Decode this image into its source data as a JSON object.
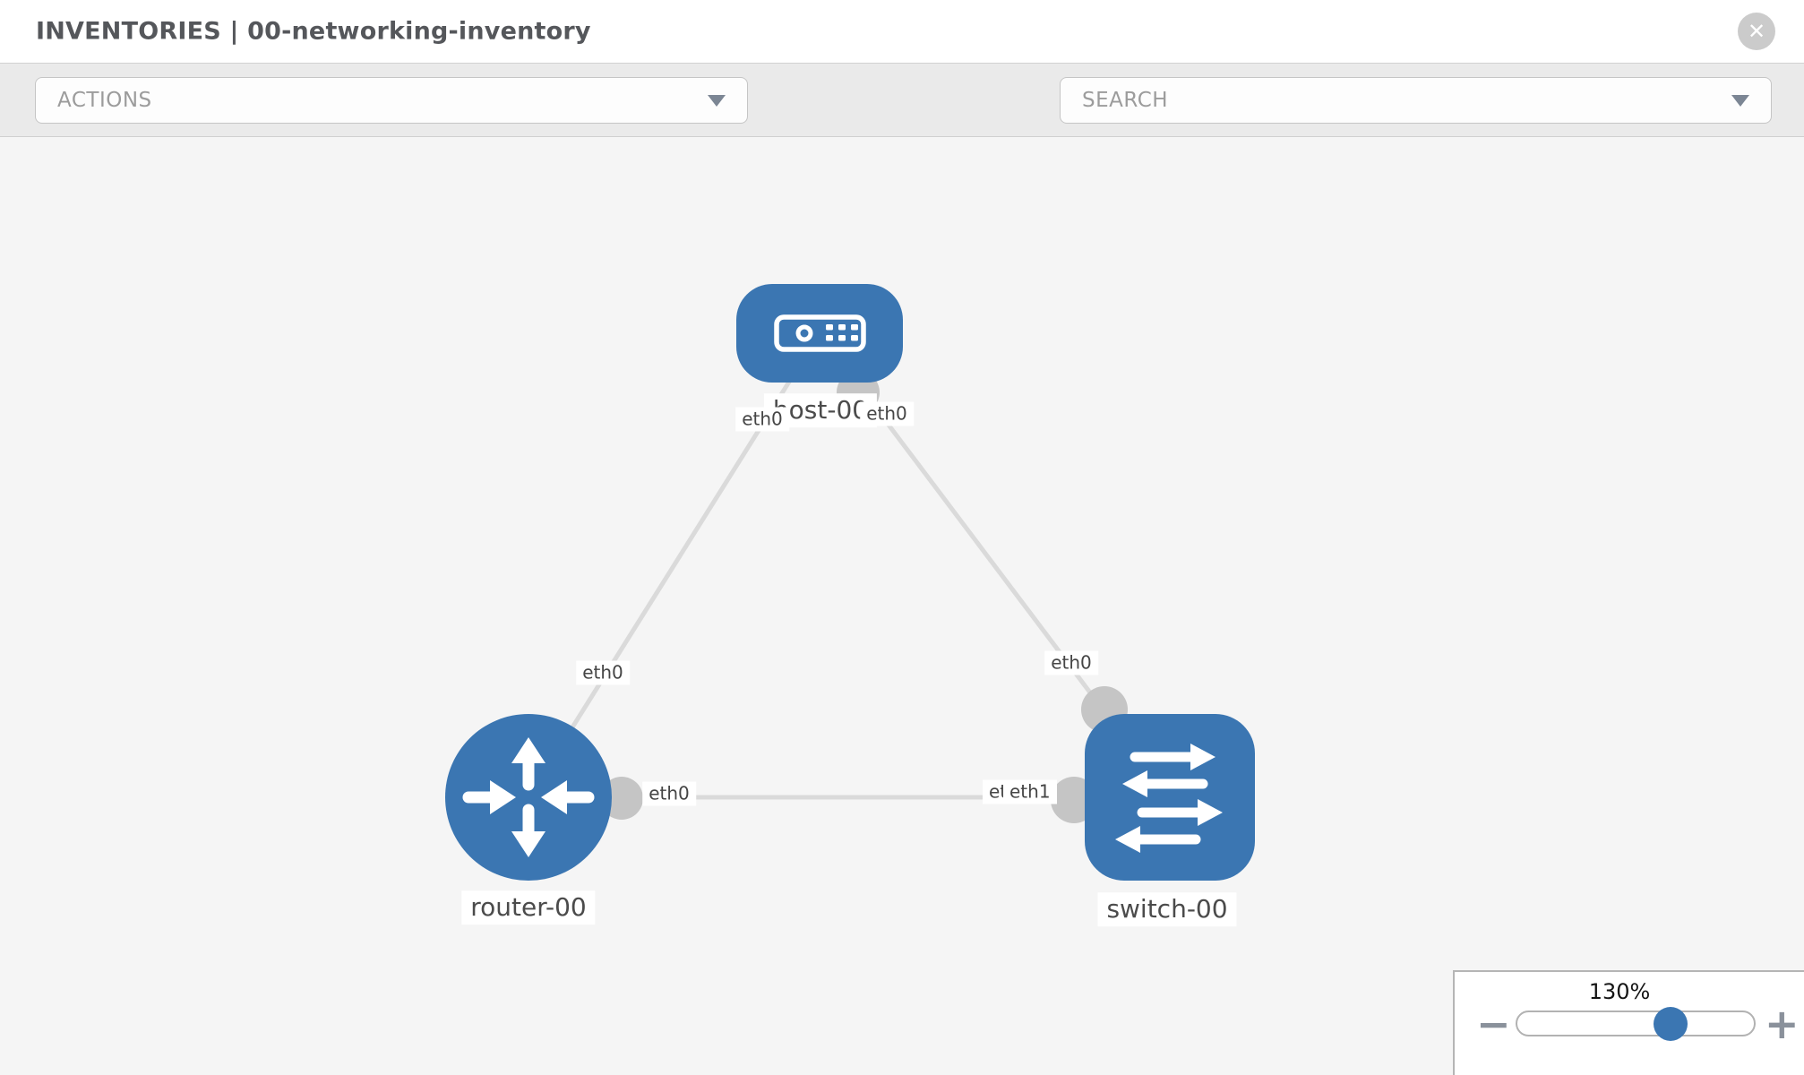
{
  "header": {
    "title": "INVENTORIES | 00-networking-inventory",
    "close_glyph": "✕"
  },
  "toolbar": {
    "actions_label": "ACTIONS",
    "search_placeholder": "SEARCH",
    "icons": [
      "wrench-icon",
      "key-icon",
      "chevron-down-icon"
    ]
  },
  "graph": {
    "nodes": [
      {
        "label": "host-00",
        "type": "host",
        "shape": "rounded-rect"
      },
      {
        "label": "router-00",
        "type": "router",
        "shape": "circle"
      },
      {
        "label": "switch-00",
        "type": "switch",
        "shape": "rounded-square"
      }
    ],
    "links": [
      {
        "from": "host-00",
        "to": "router-00",
        "from_if": "eth0",
        "to_if": "eth0"
      },
      {
        "from": "host-00",
        "to": "switch-00",
        "from_if": "eth0",
        "to_if": "eth0"
      },
      {
        "from": "router-00",
        "to": "switch-00",
        "from_if": "eth0",
        "to_if": "eth1"
      }
    ],
    "overlapped_interface_label": "eth1"
  },
  "zoom_panel": {
    "level": "130%",
    "minus": "−",
    "plus": "+"
  },
  "colors": {
    "node_blue": "#3b76b2",
    "link_gray": "#dadada",
    "port_gray": "#c5c5c5",
    "toolbar_bg": "#eaeaea",
    "canvas_bg": "#f5f5f5"
  }
}
